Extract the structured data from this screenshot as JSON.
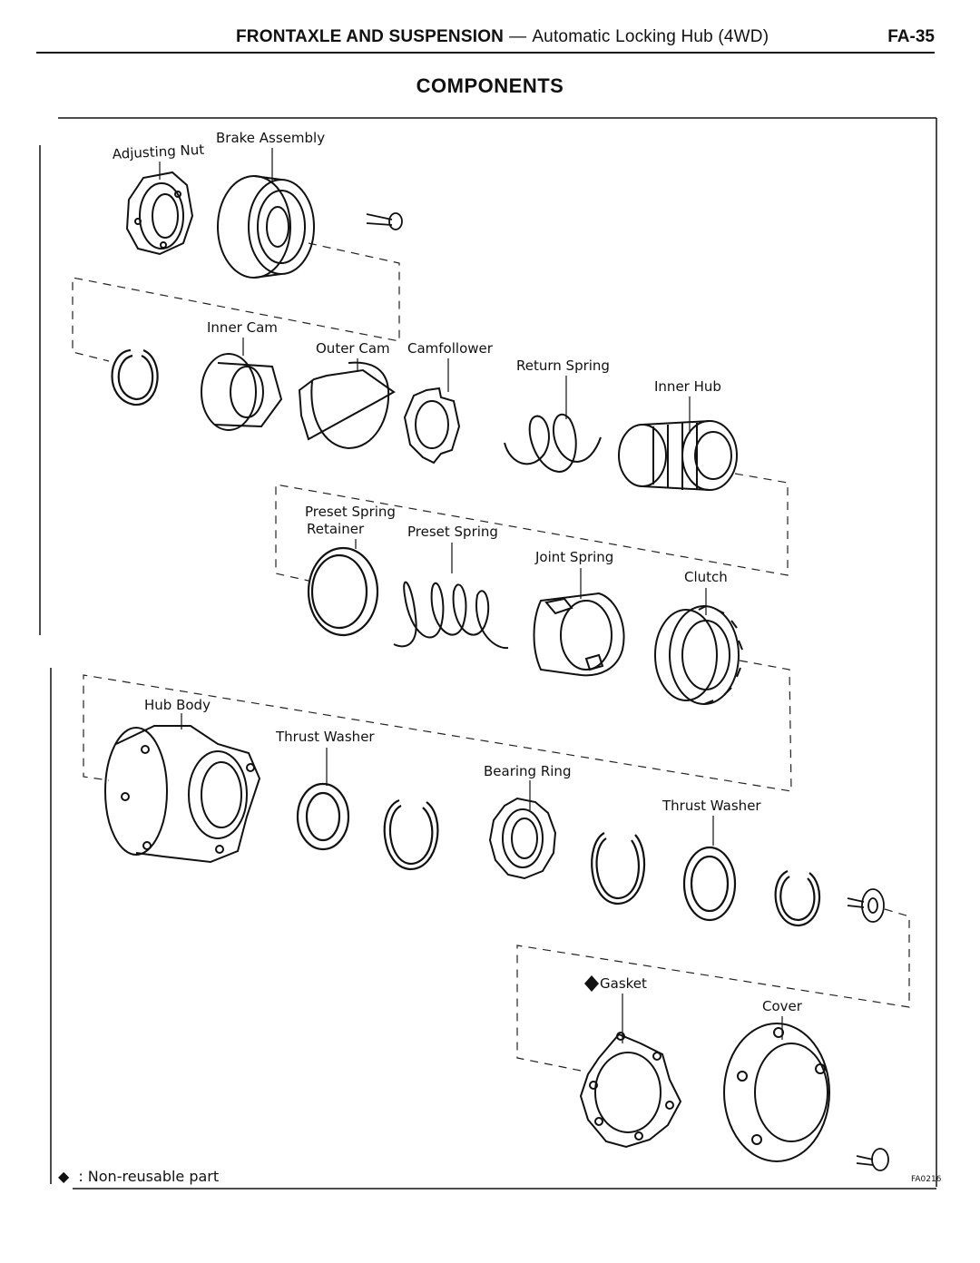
{
  "header": {
    "section": "FRONTAXLE AND SUSPENSION",
    "separator": "—",
    "subsection": "Automatic Locking Hub (4WD)",
    "page": "FA-35"
  },
  "title": "COMPONENTS",
  "labels": {
    "adjusting_nut": "Adjusting Nut",
    "brake_assembly": "Brake Assembly",
    "inner_cam": "Inner Cam",
    "outer_cam": "Outer Cam",
    "camfollower": "Camfollower",
    "return_spring": "Return Spring",
    "inner_hub": "Inner Hub",
    "preset_spring_retainer_1": "Preset Spring",
    "preset_spring_retainer_2": "Retainer",
    "preset_spring": "Preset Spring",
    "joint_spring": "Joint Spring",
    "clutch": "Clutch",
    "hub_body": "Hub Body",
    "thrust_washer_1": "Thrust Washer",
    "bearing_ring": "Bearing Ring",
    "thrust_washer_2": "Thrust Washer",
    "gasket": "Gasket",
    "cover": "Cover"
  },
  "legend": {
    "symbol": "◆",
    "text": ": Non-reusable part"
  },
  "figure_code": "FA0216"
}
